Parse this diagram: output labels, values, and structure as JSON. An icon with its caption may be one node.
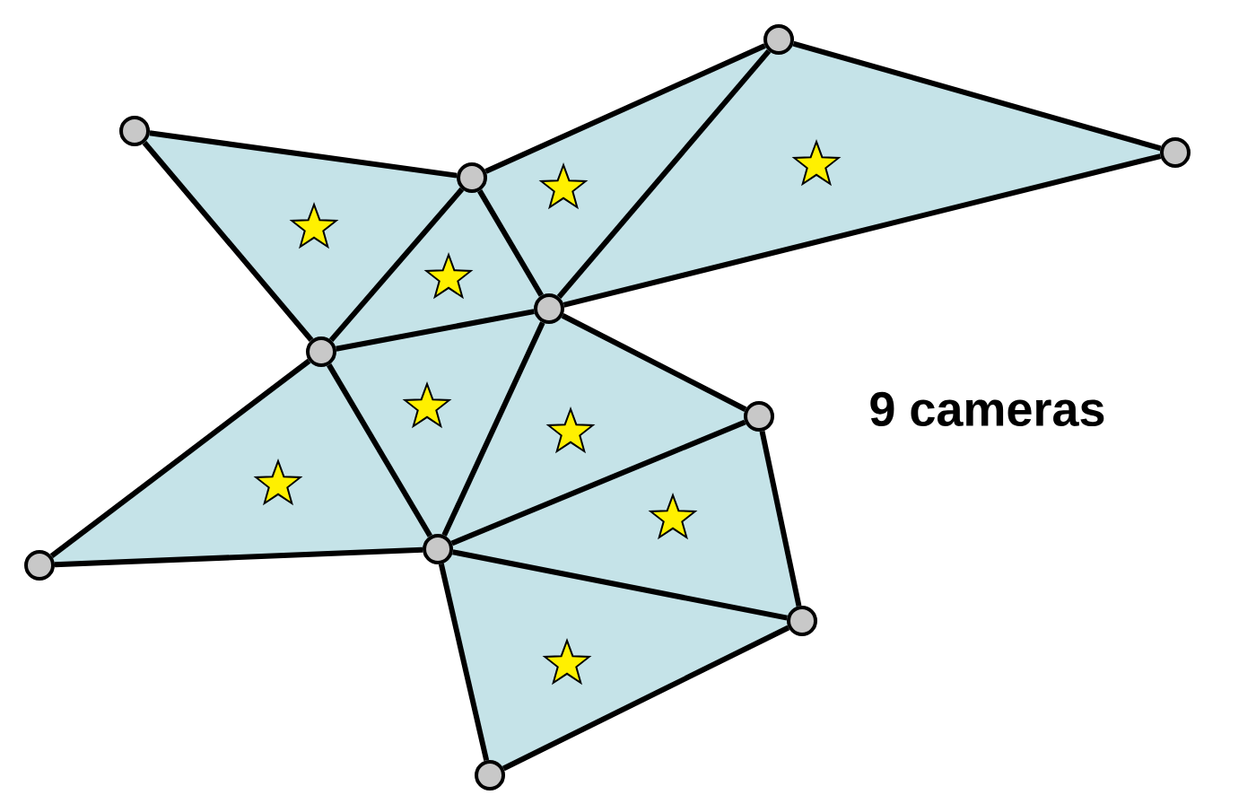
{
  "diagram": {
    "nodes": [
      {
        "text": [],
        "shape": "circle"
      },
      {
        "text": [],
        "shape": "circle"
      },
      {
        "text": [],
        "shape": "circle"
      },
      {
        "text": [],
        "shape": "circle"
      },
      {
        "text": [],
        "shape": "circle"
      },
      {
        "text": [],
        "shape": "circle"
      },
      {
        "text": [],
        "shape": "circle"
      },
      {
        "text": [],
        "shape": "circle"
      },
      {
        "text": [],
        "shape": "circle"
      },
      {
        "text": [],
        "shape": "circle"
      },
      {
        "text": [],
        "shape": "circle"
      }
    ],
    "edges": [
      {
        "from": 0,
        "to": 1,
        "arrow": "none"
      },
      {
        "from": 1,
        "to": 2,
        "arrow": "none"
      },
      {
        "from": 2,
        "to": 3,
        "arrow": "none"
      },
      {
        "from": 3,
        "to": 5,
        "arrow": "none"
      },
      {
        "from": 5,
        "to": 6,
        "arrow": "none"
      },
      {
        "from": 6,
        "to": 9,
        "arrow": "none"
      },
      {
        "from": 9,
        "to": 10,
        "arrow": "none"
      },
      {
        "from": 10,
        "to": 8,
        "arrow": "none"
      },
      {
        "from": 8,
        "to": 7,
        "arrow": "none"
      },
      {
        "from": 7,
        "to": 4,
        "arrow": "none"
      },
      {
        "from": 4,
        "to": 0,
        "arrow": "none"
      },
      {
        "from": 1,
        "to": 4,
        "arrow": "none"
      },
      {
        "from": 1,
        "to": 5,
        "arrow": "none"
      },
      {
        "from": 4,
        "to": 5,
        "arrow": "none"
      },
      {
        "from": 2,
        "to": 5,
        "arrow": "none"
      },
      {
        "from": 4,
        "to": 8,
        "arrow": "none"
      },
      {
        "from": 5,
        "to": 8,
        "arrow": "none"
      },
      {
        "from": 8,
        "to": 6,
        "arrow": "none"
      },
      {
        "from": 8,
        "to": 9,
        "arrow": "none"
      }
    ],
    "labels": [
      "9 cameras"
    ]
  }
}
